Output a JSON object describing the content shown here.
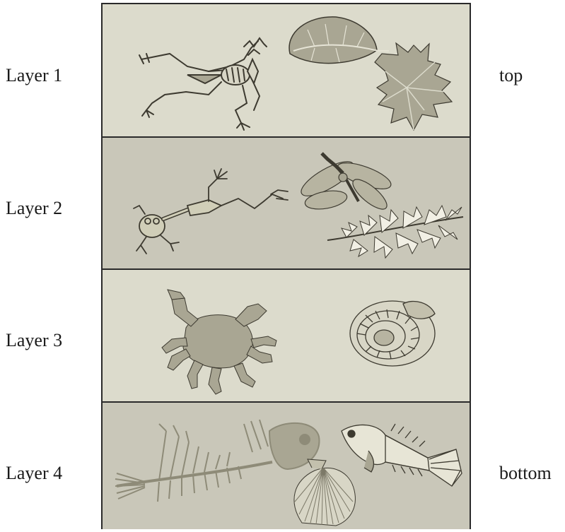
{
  "layers": [
    {
      "label": "Layer 1",
      "fossils": [
        "bird-skeleton-icon",
        "leaf-icon",
        "maple-leaf-icon"
      ],
      "fill": "#dcdbcc"
    },
    {
      "label": "Layer 2",
      "fossils": [
        "frog-skeleton-icon",
        "dragonfly-icon",
        "fern-icon"
      ],
      "fill": "#c9c7b9"
    },
    {
      "label": "Layer 3",
      "fossils": [
        "crab-icon",
        "ammonite-icon"
      ],
      "fill": "#dcdbcc"
    },
    {
      "label": "Layer 4",
      "fossils": [
        "fish-skeleton-icon",
        "fish-icon",
        "scallop-shell-icon"
      ],
      "fill": "#c9c7b9"
    }
  ],
  "top_label": "top",
  "bottom_label": "bottom",
  "colors": {
    "fossil_fill": "#a9a693",
    "fossil_stroke": "#3d3a30",
    "border": "#2a2a2a"
  }
}
